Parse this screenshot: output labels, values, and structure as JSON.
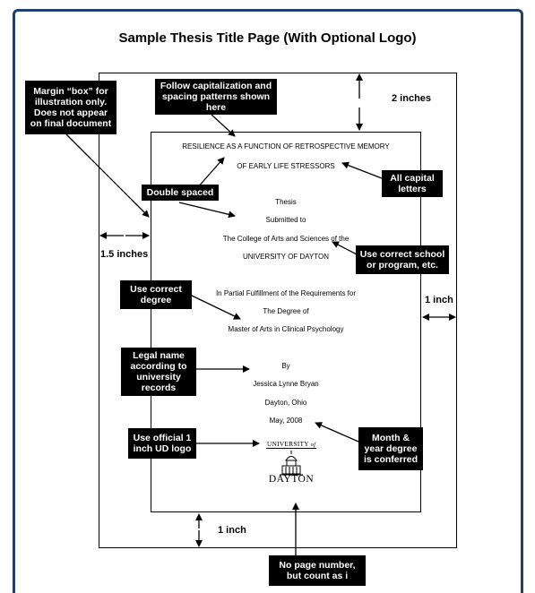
{
  "title": "Sample Thesis Title Page (With Optional Logo)",
  "page": {
    "title_line_1": "RESILIENCE AS A FUNCTION OF RETROSPECTIVE MEMORY",
    "title_line_2": "OF EARLY LIFE STRESSORS",
    "doc_type": "Thesis",
    "submitted_to": "Submitted to",
    "college": "The College of Arts and Sciences of the",
    "university": "UNIVERSITY OF DAYTON",
    "fulfillment": "In Partial Fulfillment of the Requirements for",
    "degree_intro": "The Degree of",
    "degree": "Master of Arts in Clinical Psychology",
    "by": "By",
    "author": "Jessica Lynne Bryan",
    "place": "Dayton, Ohio",
    "date": "May, 2008"
  },
  "logo": {
    "top_text": "UNIVERSITY",
    "of_text": "of",
    "bottom_text": "DAYTON",
    "icon": "building-dome-icon"
  },
  "annotations": {
    "margin_box": "Margin “box” for illustration only. Does not appear on final document",
    "capitalization": "Follow capitalization and spacing patterns shown here",
    "double_spaced": "Double spaced",
    "all_capital": "All capital letters",
    "correct_school": "Use correct school or program, etc.",
    "correct_degree": "Use correct degree",
    "legal_name": "Legal name according to university records",
    "official_logo": "Use official 1 inch UD logo",
    "month_year": "Month & year degree is conferred",
    "page_number": "No page number, but count as i"
  },
  "dimensions": {
    "top": "2 inches",
    "left": "1.5 inches",
    "right": "1 inch",
    "bottom": "1 inch"
  },
  "colors": {
    "frame_border": "#1f3f6e",
    "note_background": "#000000",
    "note_text": "#ffffff"
  }
}
